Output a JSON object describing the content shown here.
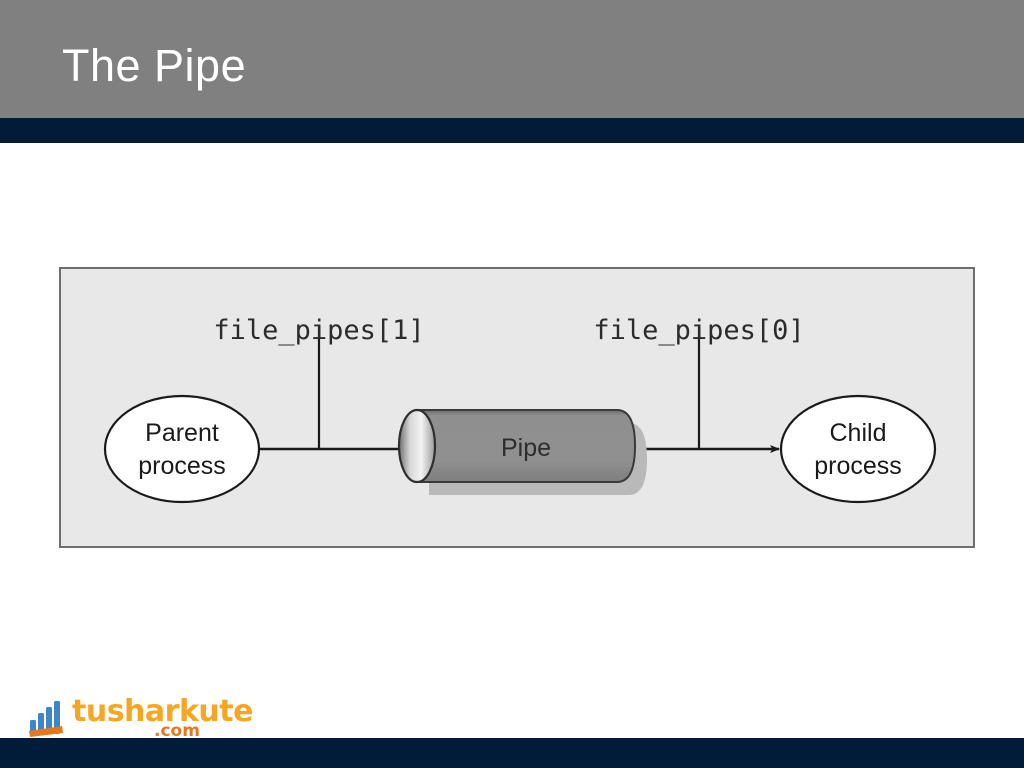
{
  "slide": {
    "title": "The Pipe",
    "header_color": "#808080",
    "accent_color": "#011c38",
    "background_color": "#ffffff"
  },
  "diagram": {
    "panel_background": "#e8e8e8",
    "panel_border_color": "#6e6e6e",
    "labels": {
      "write_end": "file_pipes[1]",
      "read_end": "file_pipes[0]"
    },
    "nodes": {
      "parent": {
        "line1": "Parent",
        "line2": "process"
      },
      "pipe": {
        "label": "Pipe",
        "fill": "#8d8d8d"
      },
      "child": {
        "line1": "Child",
        "line2": "process"
      }
    }
  },
  "footer": {
    "logo_name": "tusharkute",
    "logo_suffix": ".com",
    "logo_name_color": "#f5a623",
    "logo_suffix_color": "#e8761b",
    "logo_mark_color": "#3f87c4"
  }
}
